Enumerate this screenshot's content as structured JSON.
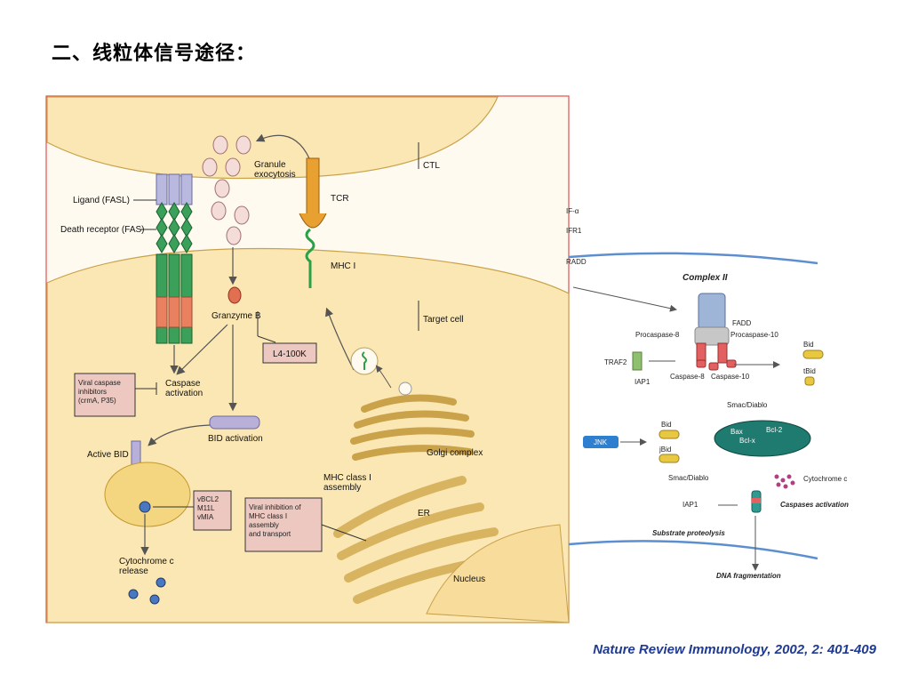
{
  "slide_title": "二、线粒体信号途径：",
  "citation": "Nature Review Immunology, 2002, 2: 401-409",
  "left_figure": {
    "ctl_label": "CTL",
    "target_label": "Target cell",
    "granule": "Granule\nexocytosis",
    "tcr": "TCR",
    "ligand": "Ligand (FASL)",
    "death_receptor": "Death receptor (FAS)",
    "mhc1": "MHC I",
    "granzyme": "Granzyme B",
    "l4": "L4-100K",
    "viral_caspase": "Viral caspase\ninhibitors\n(crmA, P35)",
    "caspase_act": "Caspase\nactivation",
    "bid_activation": "BID activation",
    "active_bid": "Active BID",
    "vbcl2": "vBCL2\nM11L\nvMIA",
    "cytochrome": "Cytochrome c\nrelease",
    "mhc_assembly": "MHC class I\nassembly",
    "viral_mhc": "Viral inhibition of\nMHC class I\nassembly\nand transport",
    "golgi": "Golgi complex",
    "er": "ER",
    "nucleus": "Nucleus"
  },
  "right_figure": {
    "tnf": "IF-α",
    "tnfr": "IFR1",
    "tradd": "RADD",
    "complex2": "Complex II",
    "fadd": "FADD",
    "procasp8": "Procaspase-8",
    "procasp10": "Procaspase-10",
    "traf2": "TRAF2",
    "iap1_a": "IAP1",
    "casp8": "Caspase-8",
    "casp10": "Caspase-10",
    "bid_r": "Bid",
    "tbid": "tBid",
    "smac1": "Smac/Diablo",
    "jnk": "JNK",
    "bid_r2": "Bid",
    "jbid": "jBid",
    "bax": "Bax",
    "bcl2": "Bcl-2",
    "bclx": "Bcl-x",
    "smac2": "Smac/Diablo",
    "cytc": "Cytochrome c",
    "iap1_b": "IAP1",
    "casp_act": "Caspases activation",
    "substrate": "Substrate proteolysis",
    "dna": "DNA fragmentation"
  }
}
